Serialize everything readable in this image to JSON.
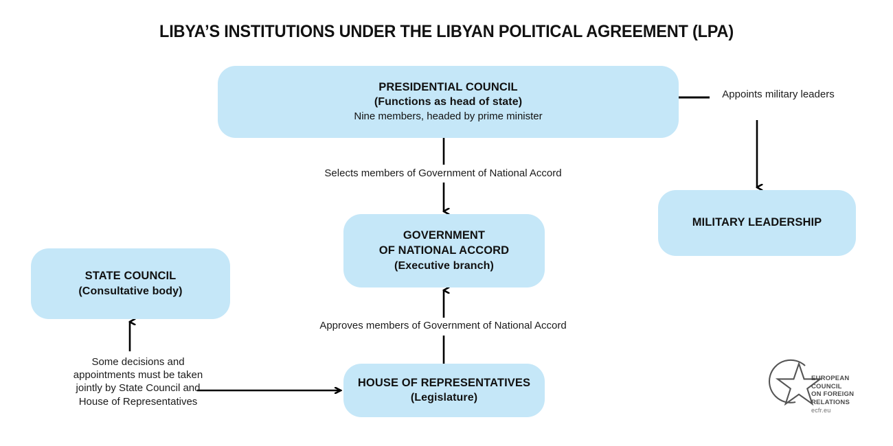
{
  "title": "LIBYA’S INSTITUTIONS UNDER THE LIBYAN POLITICAL AGREEMENT (LPA)",
  "colors": {
    "node_fill": "#c5e7f8",
    "background": "#ffffff",
    "text": "#111111",
    "connector": "#000000",
    "logo": "#4a4a4a"
  },
  "nodes": {
    "presidential_council": {
      "line1": "PRESIDENTIAL COUNCIL",
      "line2": "(Functions as head of state)",
      "line3": "Nine members, headed by prime minister"
    },
    "government_of_national_accord": {
      "line1": "GOVERNMENT",
      "line2": "OF NATIONAL ACCORD",
      "line3": "(Executive branch)"
    },
    "state_council": {
      "line1": "STATE COUNCIL",
      "line2": "(Consultative body)"
    },
    "house_of_representatives": {
      "line1": "HOUSE OF REPRESENTATIVES",
      "line2": "(Legislature)"
    },
    "military_leadership": {
      "line1": "MILITARY LEADERSHIP"
    }
  },
  "edges": {
    "selects": "Selects members of Government of National Accord",
    "approves": "Approves members of Government of National Accord",
    "appoints": "Appoints military leaders",
    "joint": "Some decisions and appointments must be taken jointly by State Council and House of Representatives"
  },
  "logo": {
    "name": "EUROPEAN COUNCIL ON FOREIGN RELATIONS",
    "line1": "EUROPEAN",
    "line2": "COUNCIL",
    "line3": "ON FOREIGN",
    "line4": "RELATIONS",
    "url": "ecfr.eu"
  }
}
